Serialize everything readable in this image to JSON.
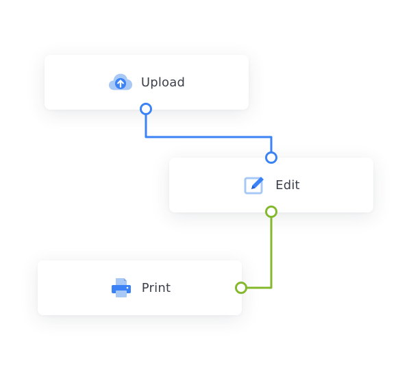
{
  "nodes": {
    "upload": {
      "label": "Upload",
      "icon": "cloud-upload-icon"
    },
    "edit": {
      "label": "Edit",
      "icon": "edit-pencil-icon"
    },
    "print": {
      "label": "Print",
      "icon": "printer-icon"
    }
  },
  "edges": [
    {
      "from": "Upload",
      "to": "Edit",
      "color": "#3b82f6"
    },
    {
      "from": "Edit",
      "to": "Print",
      "color": "#84b82c"
    }
  ],
  "colors": {
    "upload_edge": "#3b82f6",
    "edit_edge": "#84b82c",
    "cloud_light": "#a8c8f5",
    "cloud_dark": "#3b82f6",
    "edit_frame": "#a8c8f5",
    "edit_pencil": "#3b82f6",
    "printer_light": "#a8c8f5",
    "printer_dark": "#3b82f6",
    "label_text": "#3b3f4a"
  }
}
